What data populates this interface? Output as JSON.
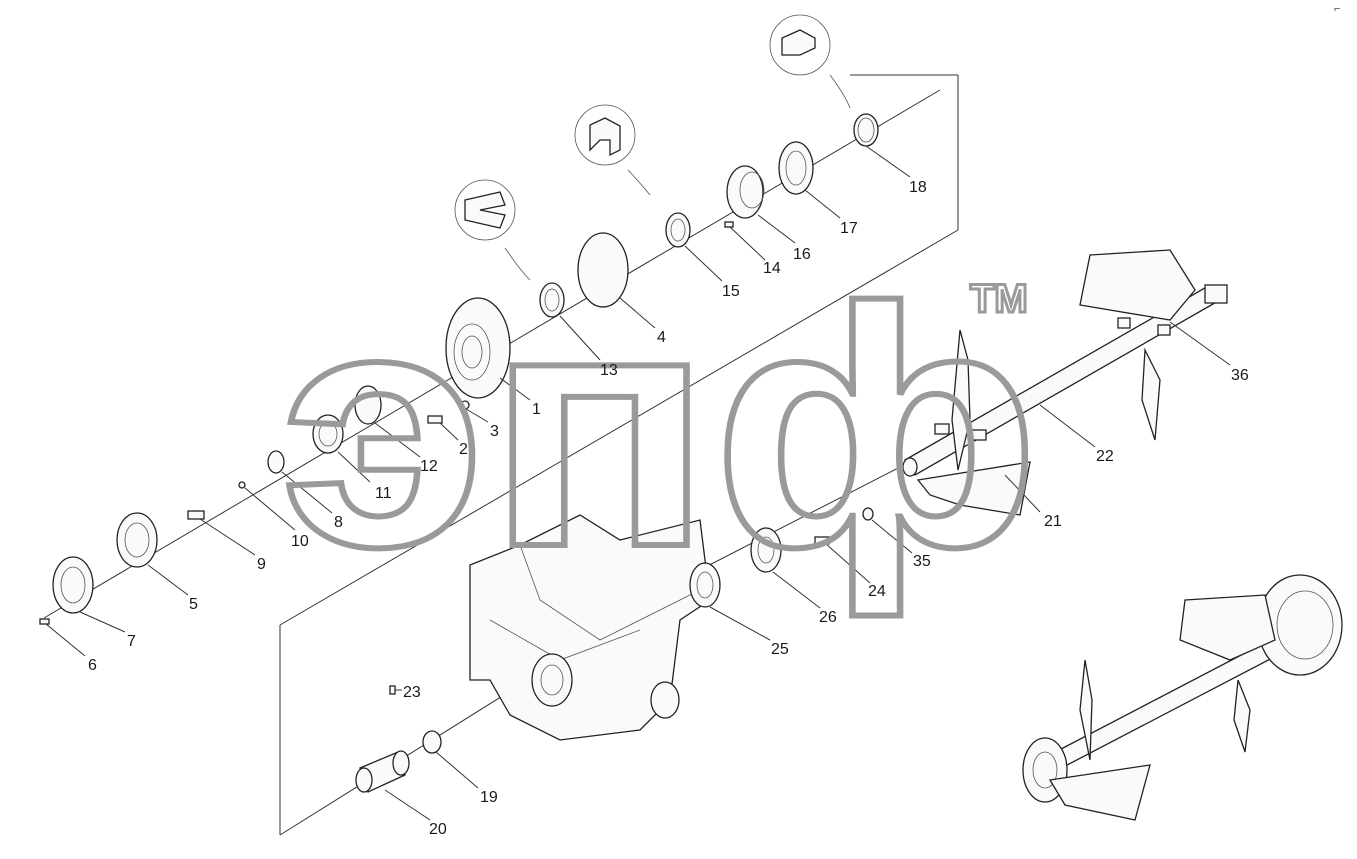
{
  "watermark": {
    "text": "эпф",
    "trademark": "TM",
    "color": "#9a9a9a"
  },
  "corner_mark": "⌐",
  "callouts": [
    "1",
    "2",
    "3",
    "4",
    "5",
    "6",
    "7",
    "8",
    "9",
    "10",
    "11",
    "12",
    "13",
    "14",
    "15",
    "16",
    "17",
    "18",
    "19",
    "20",
    "21",
    "22",
    "23",
    "24",
    "25",
    "26",
    "35",
    "36"
  ],
  "colors": {
    "line": "#333333",
    "part_fill": "#fafafa",
    "background": "#ffffff"
  }
}
